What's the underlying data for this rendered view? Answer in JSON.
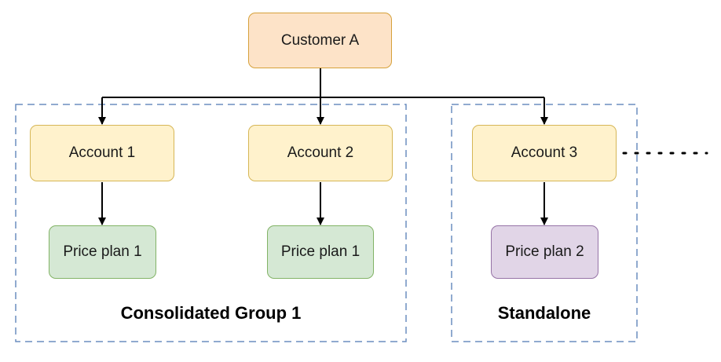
{
  "customer": {
    "label": "Customer A"
  },
  "accounts": [
    {
      "label": "Account 1"
    },
    {
      "label": "Account 2"
    },
    {
      "label": "Account 3"
    }
  ],
  "price_plans": [
    {
      "label": "Price plan 1"
    },
    {
      "label": "Price plan 1"
    },
    {
      "label": "Price plan 2"
    }
  ],
  "groups": [
    {
      "label": "Consolidated Group 1"
    },
    {
      "label": "Standalone"
    }
  ],
  "colors": {
    "customer_fill": "#fde3c8",
    "customer_stroke": "#d6a13b",
    "account_fill": "#fff2cc",
    "account_stroke": "#d6b656",
    "plan_green_fill": "#d5e8d4",
    "plan_green_stroke": "#82b366",
    "plan_purple_fill": "#e1d5e7",
    "plan_purple_stroke": "#9673a6",
    "group_border": "#6c8ebf"
  }
}
